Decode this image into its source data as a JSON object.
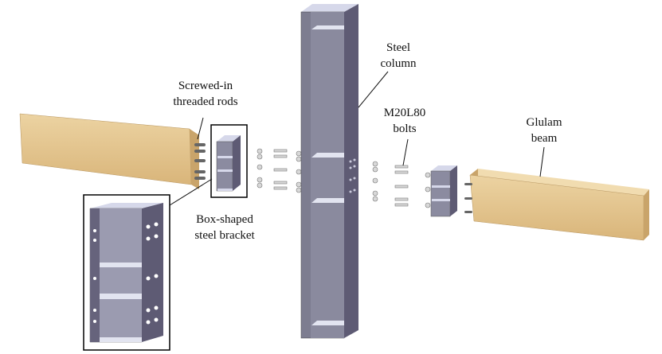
{
  "labels": {
    "column": [
      "Steel",
      "column"
    ],
    "bolts": [
      "M20L80",
      "bolts"
    ],
    "beam": [
      "Glulam",
      "beam"
    ],
    "rods": [
      "Screwed-in",
      "threaded rods"
    ],
    "bracket": [
      "Box-shaped",
      "steel bracket"
    ]
  },
  "colors": {
    "steel_front": "#7d7d90",
    "steel_side": "#5e5b74",
    "steel_light": "#d6d8ea",
    "timber": "#e6c994",
    "timber_dark": "#c9a46a"
  }
}
